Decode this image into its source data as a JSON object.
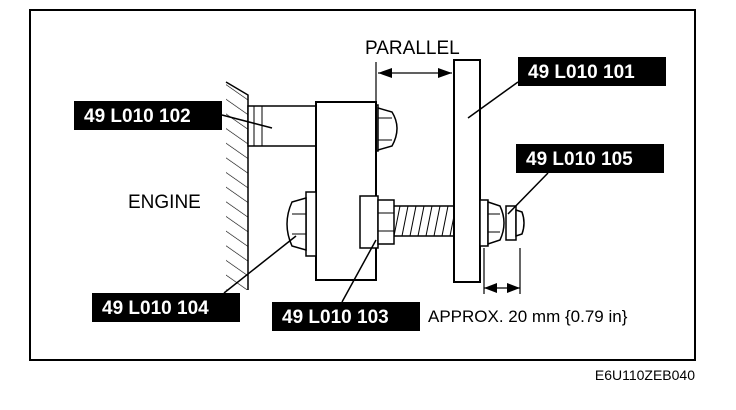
{
  "labels": {
    "parallel": "PARALLEL",
    "engine": "ENGINE",
    "approx": "APPROX. 20 mm {0.79 in}",
    "figure_code": "E6U110ZEB040"
  },
  "parts": {
    "p101": "49 L010 101",
    "p102": "49 L010 102",
    "p103": "49 L010 103",
    "p104": "49 L010 104",
    "p105": "49 L010 105"
  }
}
